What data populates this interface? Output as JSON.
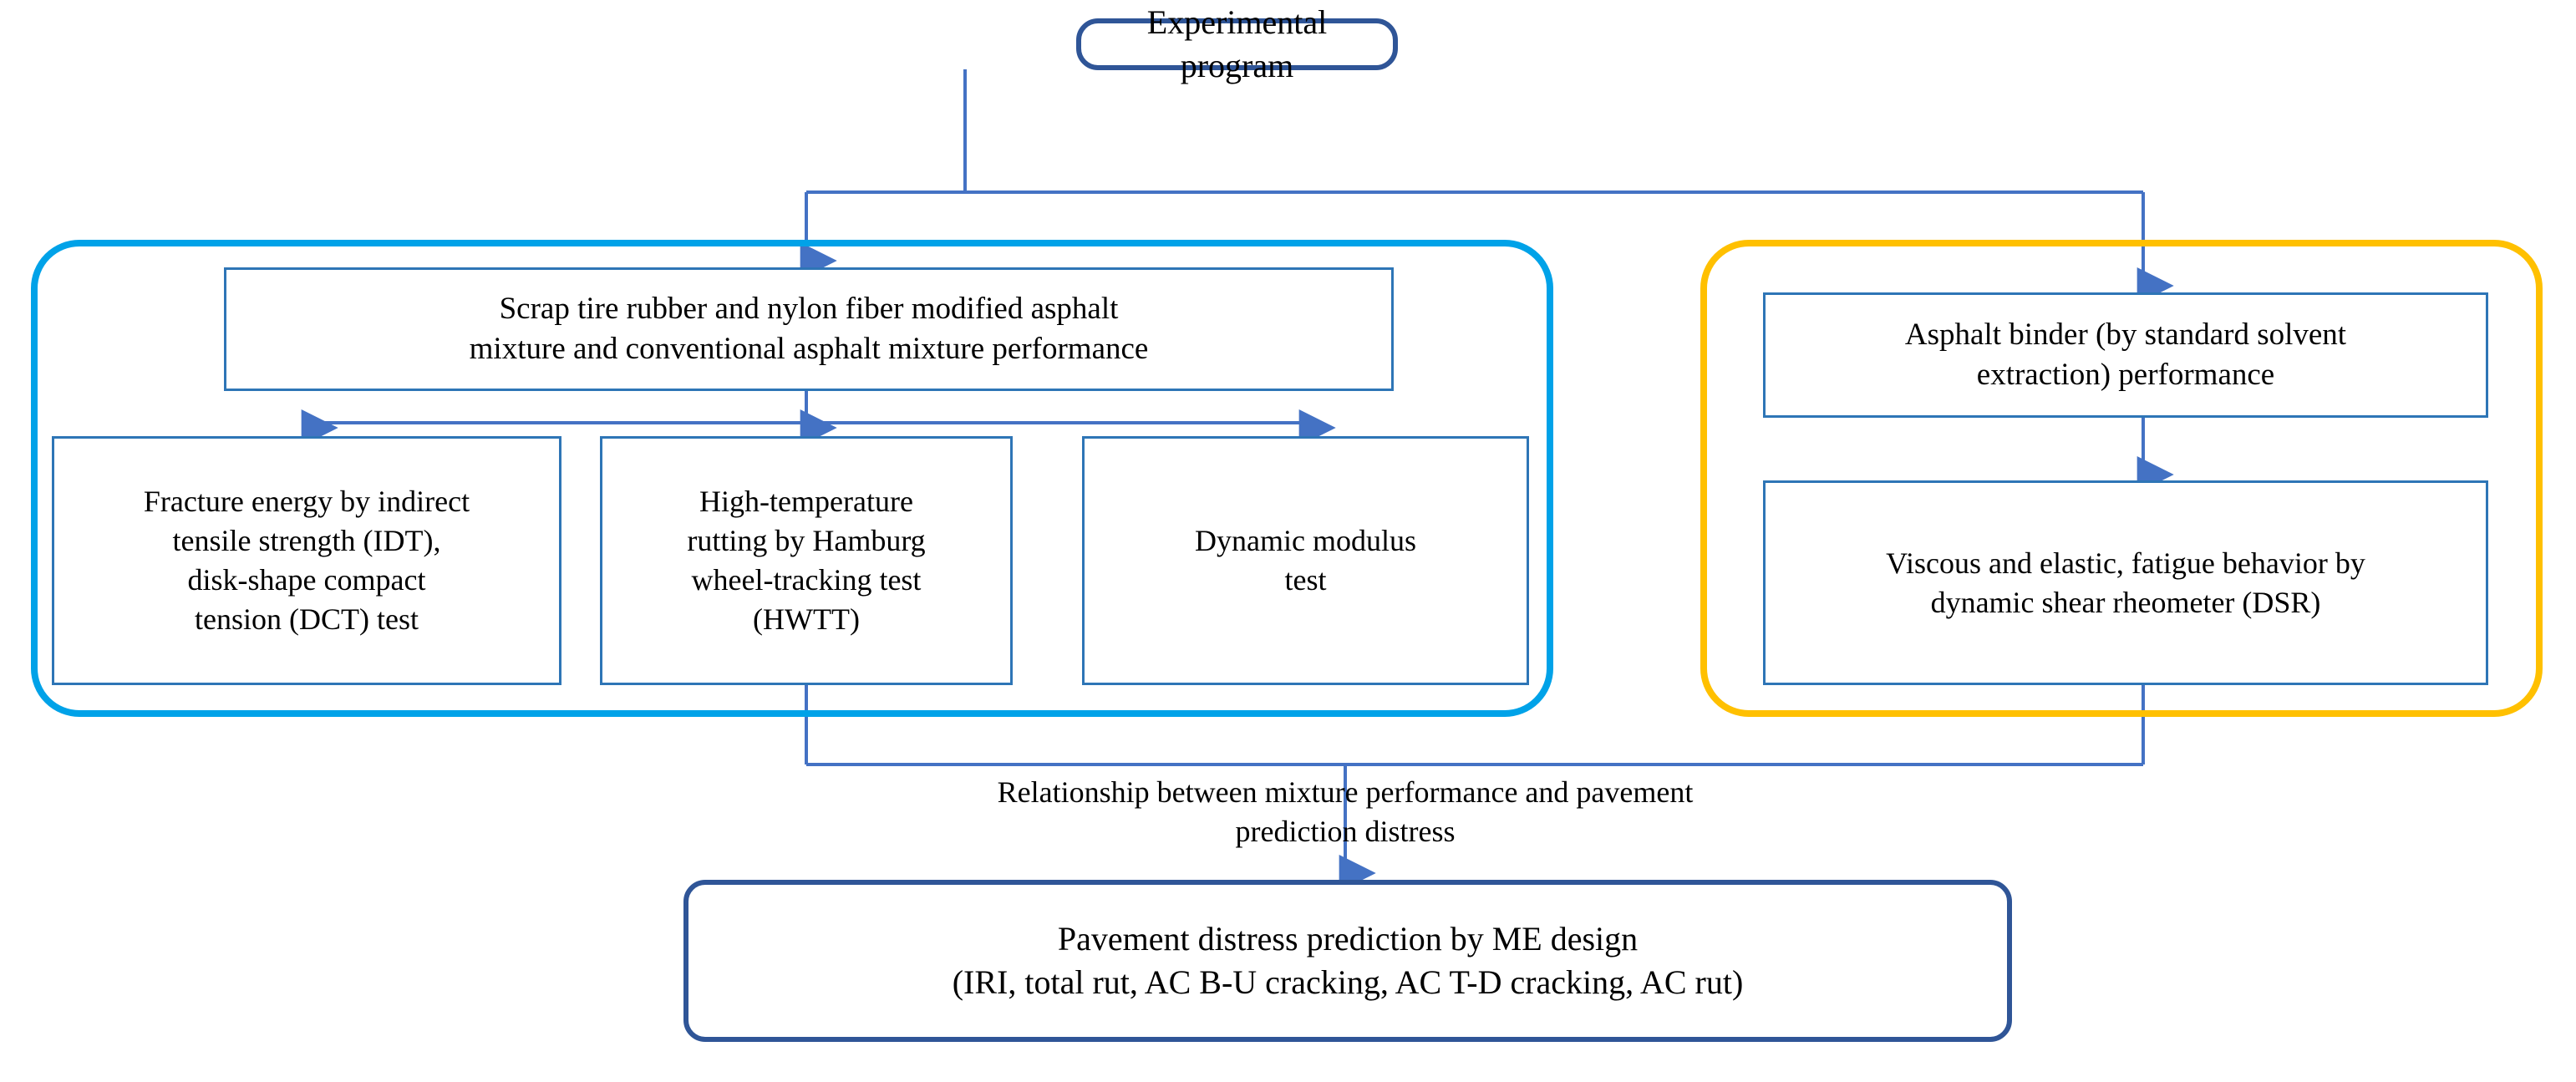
{
  "diagram": {
    "title_node": {
      "id": "experimental-program",
      "label": "Experimental program"
    },
    "left_group": {
      "name": "mixture-performance-group",
      "accent_color": "#00A2E8",
      "header_box": {
        "id": "mixture-performance",
        "line1": "Scrap tire rubber and nylon fiber modified asphalt",
        "line2": "mixture and conventional asphalt mixture performance"
      },
      "test_boxes": [
        {
          "id": "idt-dct-test",
          "lines": [
            "Fracture energy by indirect",
            "tensile strength (IDT),",
            "disk-shape compact",
            "tension (DCT) test"
          ]
        },
        {
          "id": "hwtt-test",
          "lines": [
            "High-temperature",
            "rutting by Hamburg",
            "wheel-tracking test",
            "(HWTT)"
          ]
        },
        {
          "id": "dynamic-modulus-test",
          "lines": [
            "Dynamic modulus",
            "test"
          ]
        }
      ]
    },
    "right_group": {
      "name": "binder-performance-group",
      "accent_color": "#FFC000",
      "boxes": [
        {
          "id": "asphalt-binder",
          "lines": [
            "Asphalt binder (by standard solvent",
            "extraction) performance"
          ]
        },
        {
          "id": "dsr-test",
          "lines": [
            "Viscous and elastic, fatigue behavior by",
            "dynamic shear rheometer (DSR)"
          ]
        }
      ]
    },
    "connector_caption": {
      "id": "relationship-caption",
      "line1": "Relationship between mixture performance and pavement",
      "line2": "prediction distress"
    },
    "outcome_node": {
      "id": "pavement-distress-prediction",
      "line1": "Pavement distress prediction by ME design",
      "line2": "(IRI, total rut, AC B-U cracking, AC T-D cracking, AC rut)"
    },
    "colors": {
      "box_border": "#2E75B6",
      "strong_border": "#2F5597",
      "connector": "#4472C4",
      "cyan_group": "#00A2E8",
      "yellow_group": "#FFC000",
      "background": "#FFFFFF"
    }
  }
}
